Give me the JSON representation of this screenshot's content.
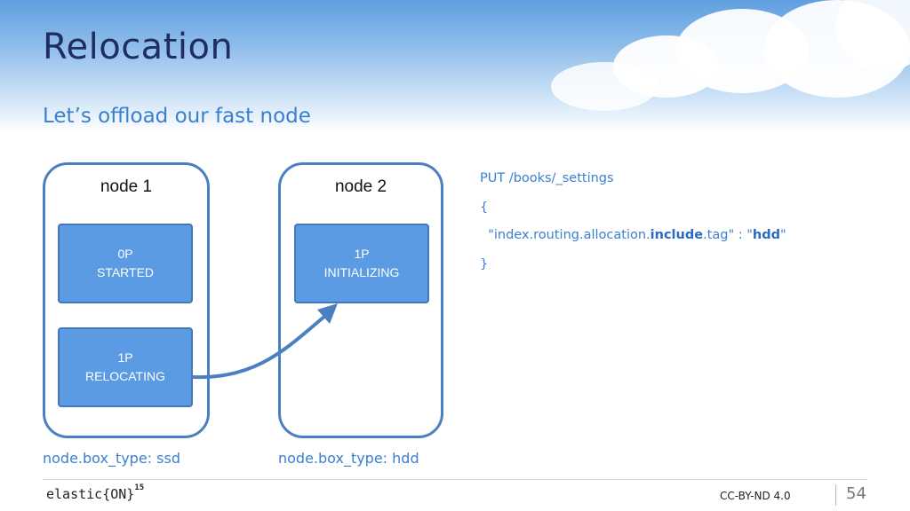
{
  "title": "Relocation",
  "subtitle": "Let’s offload our fast node",
  "nodes": [
    {
      "label": "node 1",
      "box_type": "node.box_type: ssd",
      "shards": [
        {
          "line1": "0P",
          "line2": "STARTED"
        },
        {
          "line1": "1P",
          "line2": "RELOCATING"
        }
      ]
    },
    {
      "label": "node 2",
      "box_type": "node.box_type: hdd",
      "shards": [
        {
          "line1": "1P",
          "line2": "INITIALIZING"
        }
      ]
    }
  ],
  "code": {
    "line1": "PUT /books/_settings",
    "line2": "{",
    "line3_prefix": "  \"index.routing.allocation.",
    "line3_key": "include",
    "line3_mid": ".tag\" : \"",
    "line3_value": "hdd",
    "line3_suffix": "\"",
    "line4": "}"
  },
  "footer": {
    "logo_main": "elastic{ON}",
    "logo_sup": "15",
    "license": "CC-BY-ND 4.0",
    "page_number": "54"
  },
  "colors": {
    "title": "#1f2d63",
    "accent": "#3a7fd0",
    "shard_fill": "#5b9be4",
    "node_border": "#4a7fc0",
    "arrow": "#4a7fc0"
  }
}
